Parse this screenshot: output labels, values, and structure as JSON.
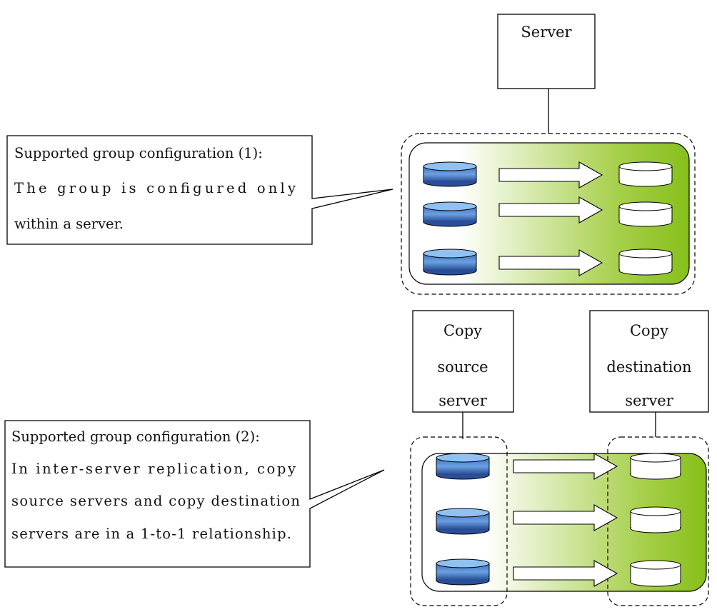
{
  "colors": {
    "green": "#8cc21f",
    "disk_blue": "#4f86d2",
    "disk_blue_top": "#8fc1f2",
    "stroke": "#000000"
  },
  "top_section": {
    "server_label": "Server",
    "callout_lines": [
      "Supported group configuration (1):",
      "The group is configured only",
      "within a server."
    ]
  },
  "bottom_section": {
    "source_server_label": [
      "Copy",
      "source",
      "server"
    ],
    "destination_server_label": [
      "Copy",
      "destination",
      "server"
    ],
    "callout_lines": [
      "Supported group configuration (2):",
      "In inter-server replication, copy",
      "source servers and copy destination",
      "servers are in a 1-to-1 relationship."
    ]
  }
}
